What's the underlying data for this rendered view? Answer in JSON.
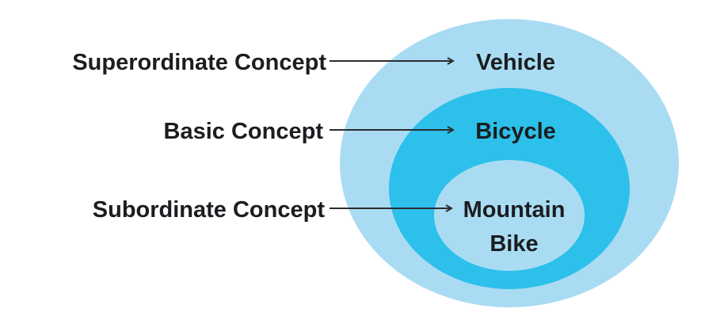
{
  "title": "Concept hierarchy",
  "colors": {
    "outer": "#a9dcf3",
    "middle": "#2cc0ea",
    "inner": "#a9dcf3",
    "text": "#1b1d20",
    "arrow": "#2a2d30"
  },
  "levels": [
    {
      "label": "Superordinate Concept",
      "example": "Vehicle"
    },
    {
      "label": "Basic Concept",
      "example": "Bicycle"
    },
    {
      "label": "Subordinate Concept",
      "example_line1": "Mountain",
      "example_line2": "Bike"
    }
  ]
}
